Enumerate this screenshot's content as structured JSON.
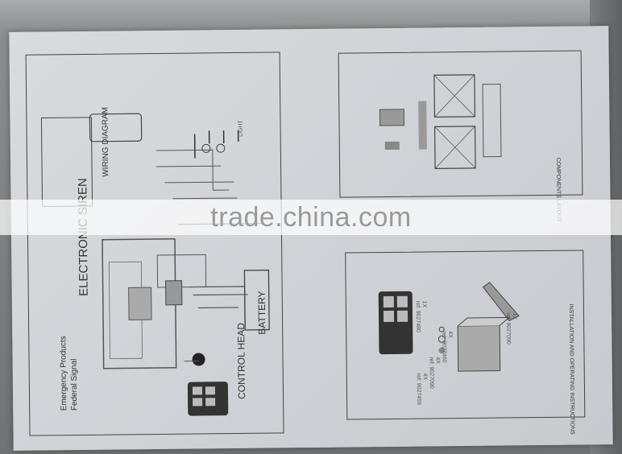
{
  "wiring_panel": {
    "brand_line1": "Emergency Products",
    "brand_line2": "Federal Signal",
    "title": "ELECTRONIC SIREN",
    "diagram_box": "WIRING DIAGRAM",
    "battery": "BATTERY",
    "control_head": "CONTROL HEAD",
    "light_label": "LIGHT"
  },
  "components_panel": {
    "title": "COMPONENTS LAYOUT"
  },
  "install_panel": {
    "title": "INSTALLATION AND OPERATING INSTRUCTIONS",
    "part_1": "1X",
    "part_1_ref": "ref: 9027480",
    "part_2": "1X",
    "part_2_ref": "ref: 9027090",
    "part_3": "4X",
    "part_3_ref": "ref: 9027460",
    "part_4": "4X",
    "part_4_ref": "ref: 9027090",
    "part_5": "4X",
    "part_5_ref": "ref: 9027459"
  },
  "watermark": "trade.china.com",
  "colors": {
    "paper": "#d4d7da",
    "ink": "#3a3a3a",
    "wall": "#7d7f80"
  }
}
